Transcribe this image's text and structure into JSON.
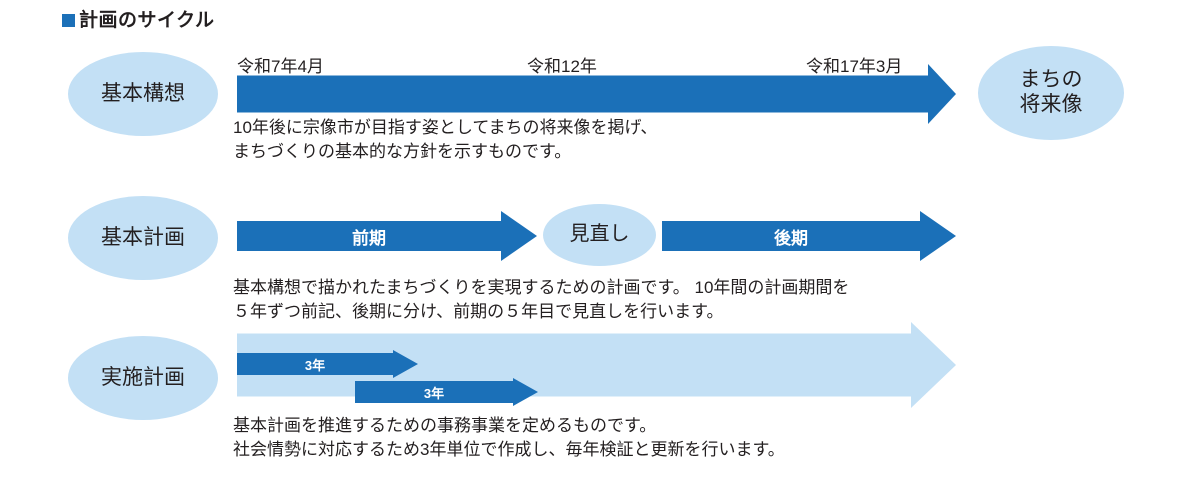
{
  "title": {
    "text": "計画のサイクル",
    "bullet_color": "#1b70b8"
  },
  "colors": {
    "arrow_dark_blue": "#1b70b8",
    "ellipse_light_blue": "#c3e0f5",
    "arrow_pale_blue": "#c3e0f5",
    "text": "#231f20"
  },
  "timeline": {
    "start_label": "令和7年4月",
    "mid_label": "令和12年",
    "end_label": "令和17年3月"
  },
  "rows": {
    "kihon_kousou": {
      "ellipse_label": "基本構想",
      "result_ellipse_label": "まちの\n将来像",
      "description": "10年後に宗像市が目指す姿としてまちの将来像を掲げ、\nまちづくりの基本的な方針を示すものです。"
    },
    "kihon_keikaku": {
      "ellipse_label": "基本計画",
      "first_period_label": "前期",
      "review_ellipse_label": "見直し",
      "second_period_label": "後期",
      "description": "基本構想で描かれたまちづくりを実現するための計画です。 10年間の計画期間を\n５年ずつ前記、後期に分け、前期の５年目で見直しを行います。"
    },
    "jisshi_keikaku": {
      "ellipse_label": "実施計画",
      "cycle_1_label": "3年",
      "cycle_2_label": "3年",
      "description": "基本計画を推進するための事務事業を定めるものです。\n社会情勢に対応するため3年単位で作成し、毎年検証と更新を行います。"
    }
  }
}
